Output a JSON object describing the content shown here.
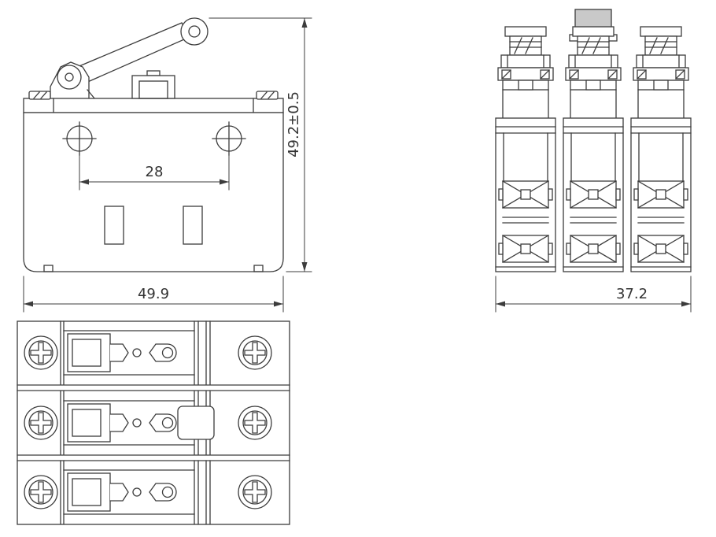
{
  "colors": {
    "line": "#3c3c3c",
    "background": "#ffffff",
    "plunger_fill": "#c9c9c9",
    "dim_text": "#333333"
  },
  "dimensions": {
    "hole_spacing": "28",
    "front_height": "49.2±0.5",
    "front_width": "49.9",
    "side_width": "37.2"
  }
}
